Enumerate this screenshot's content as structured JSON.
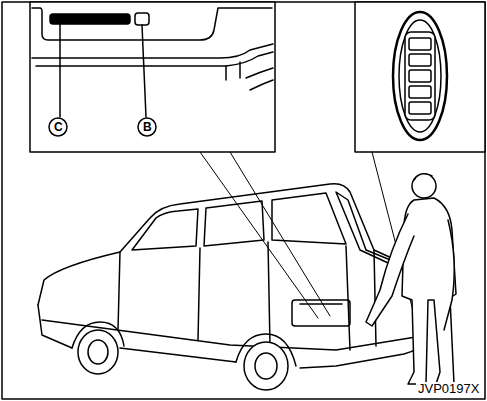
{
  "diagram": {
    "labels": [
      "C",
      "B",
      "JVP0197X"
    ]
  }
}
